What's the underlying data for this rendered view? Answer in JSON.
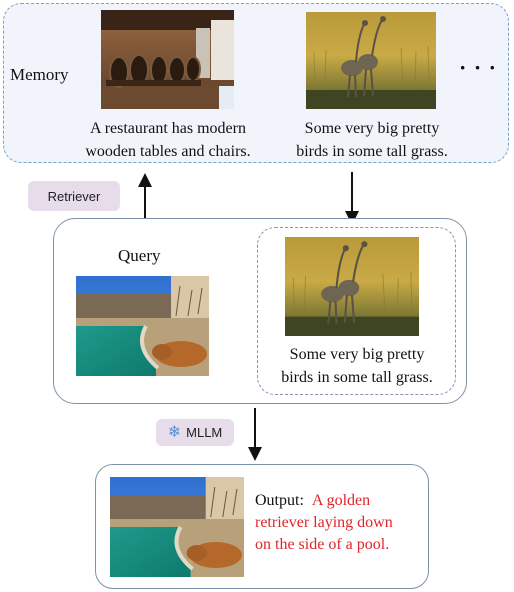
{
  "memory": {
    "label": "Memory",
    "ellipsis": "· · ·",
    "items": [
      {
        "caption_line1": "A restaurant has modern",
        "caption_line2": "wooden tables and chairs."
      },
      {
        "caption_line1": "Some very big pretty",
        "caption_line2": "birds in some tall grass."
      }
    ]
  },
  "retriever": {
    "label": "Retriever"
  },
  "query": {
    "label": "Query"
  },
  "retrieved": {
    "caption_line1": "Some very big pretty",
    "caption_line2": "birds in some tall grass."
  },
  "mllm": {
    "label": "MLLM",
    "icon": "snowflake-icon"
  },
  "output": {
    "label": "Output:",
    "line1": "A golden",
    "line2": "retriever laying down",
    "line3": "on the side of a pool.",
    "text_color": "#e0262b"
  },
  "colors": {
    "memory_border": "#6fa3cf",
    "memory_fill": "#f1f5fb",
    "tag_fill": "#e6dcea",
    "box_border": "#7f93a8",
    "retrieved_border": "#9b88b5"
  }
}
